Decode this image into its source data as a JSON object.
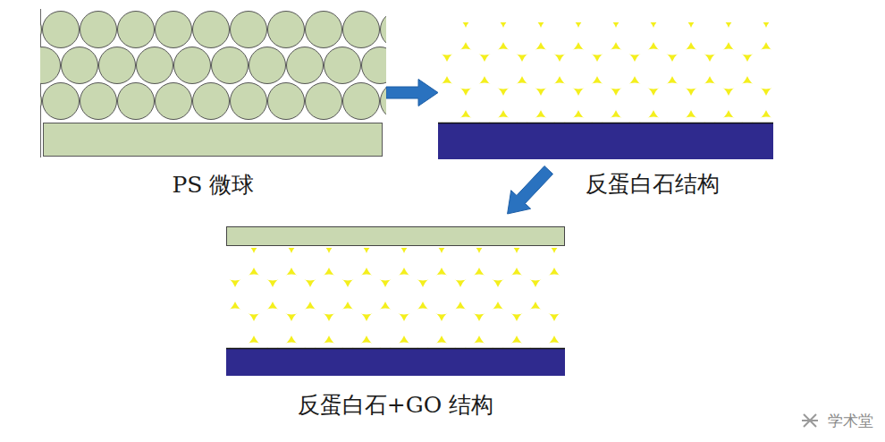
{
  "diagram": {
    "nodes": [
      {
        "text": [
          "PS 微球"
        ]
      },
      {
        "text": [
          "反蛋白石结构"
        ]
      },
      {
        "text": [
          "反蛋白石+GO 结构"
        ]
      }
    ],
    "edges": [
      {
        "from": 0,
        "to": 1,
        "arrow": "to"
      },
      {
        "from": 1,
        "to": 2,
        "arrow": "to"
      }
    ],
    "labels": [
      "学术堂"
    ]
  }
}
